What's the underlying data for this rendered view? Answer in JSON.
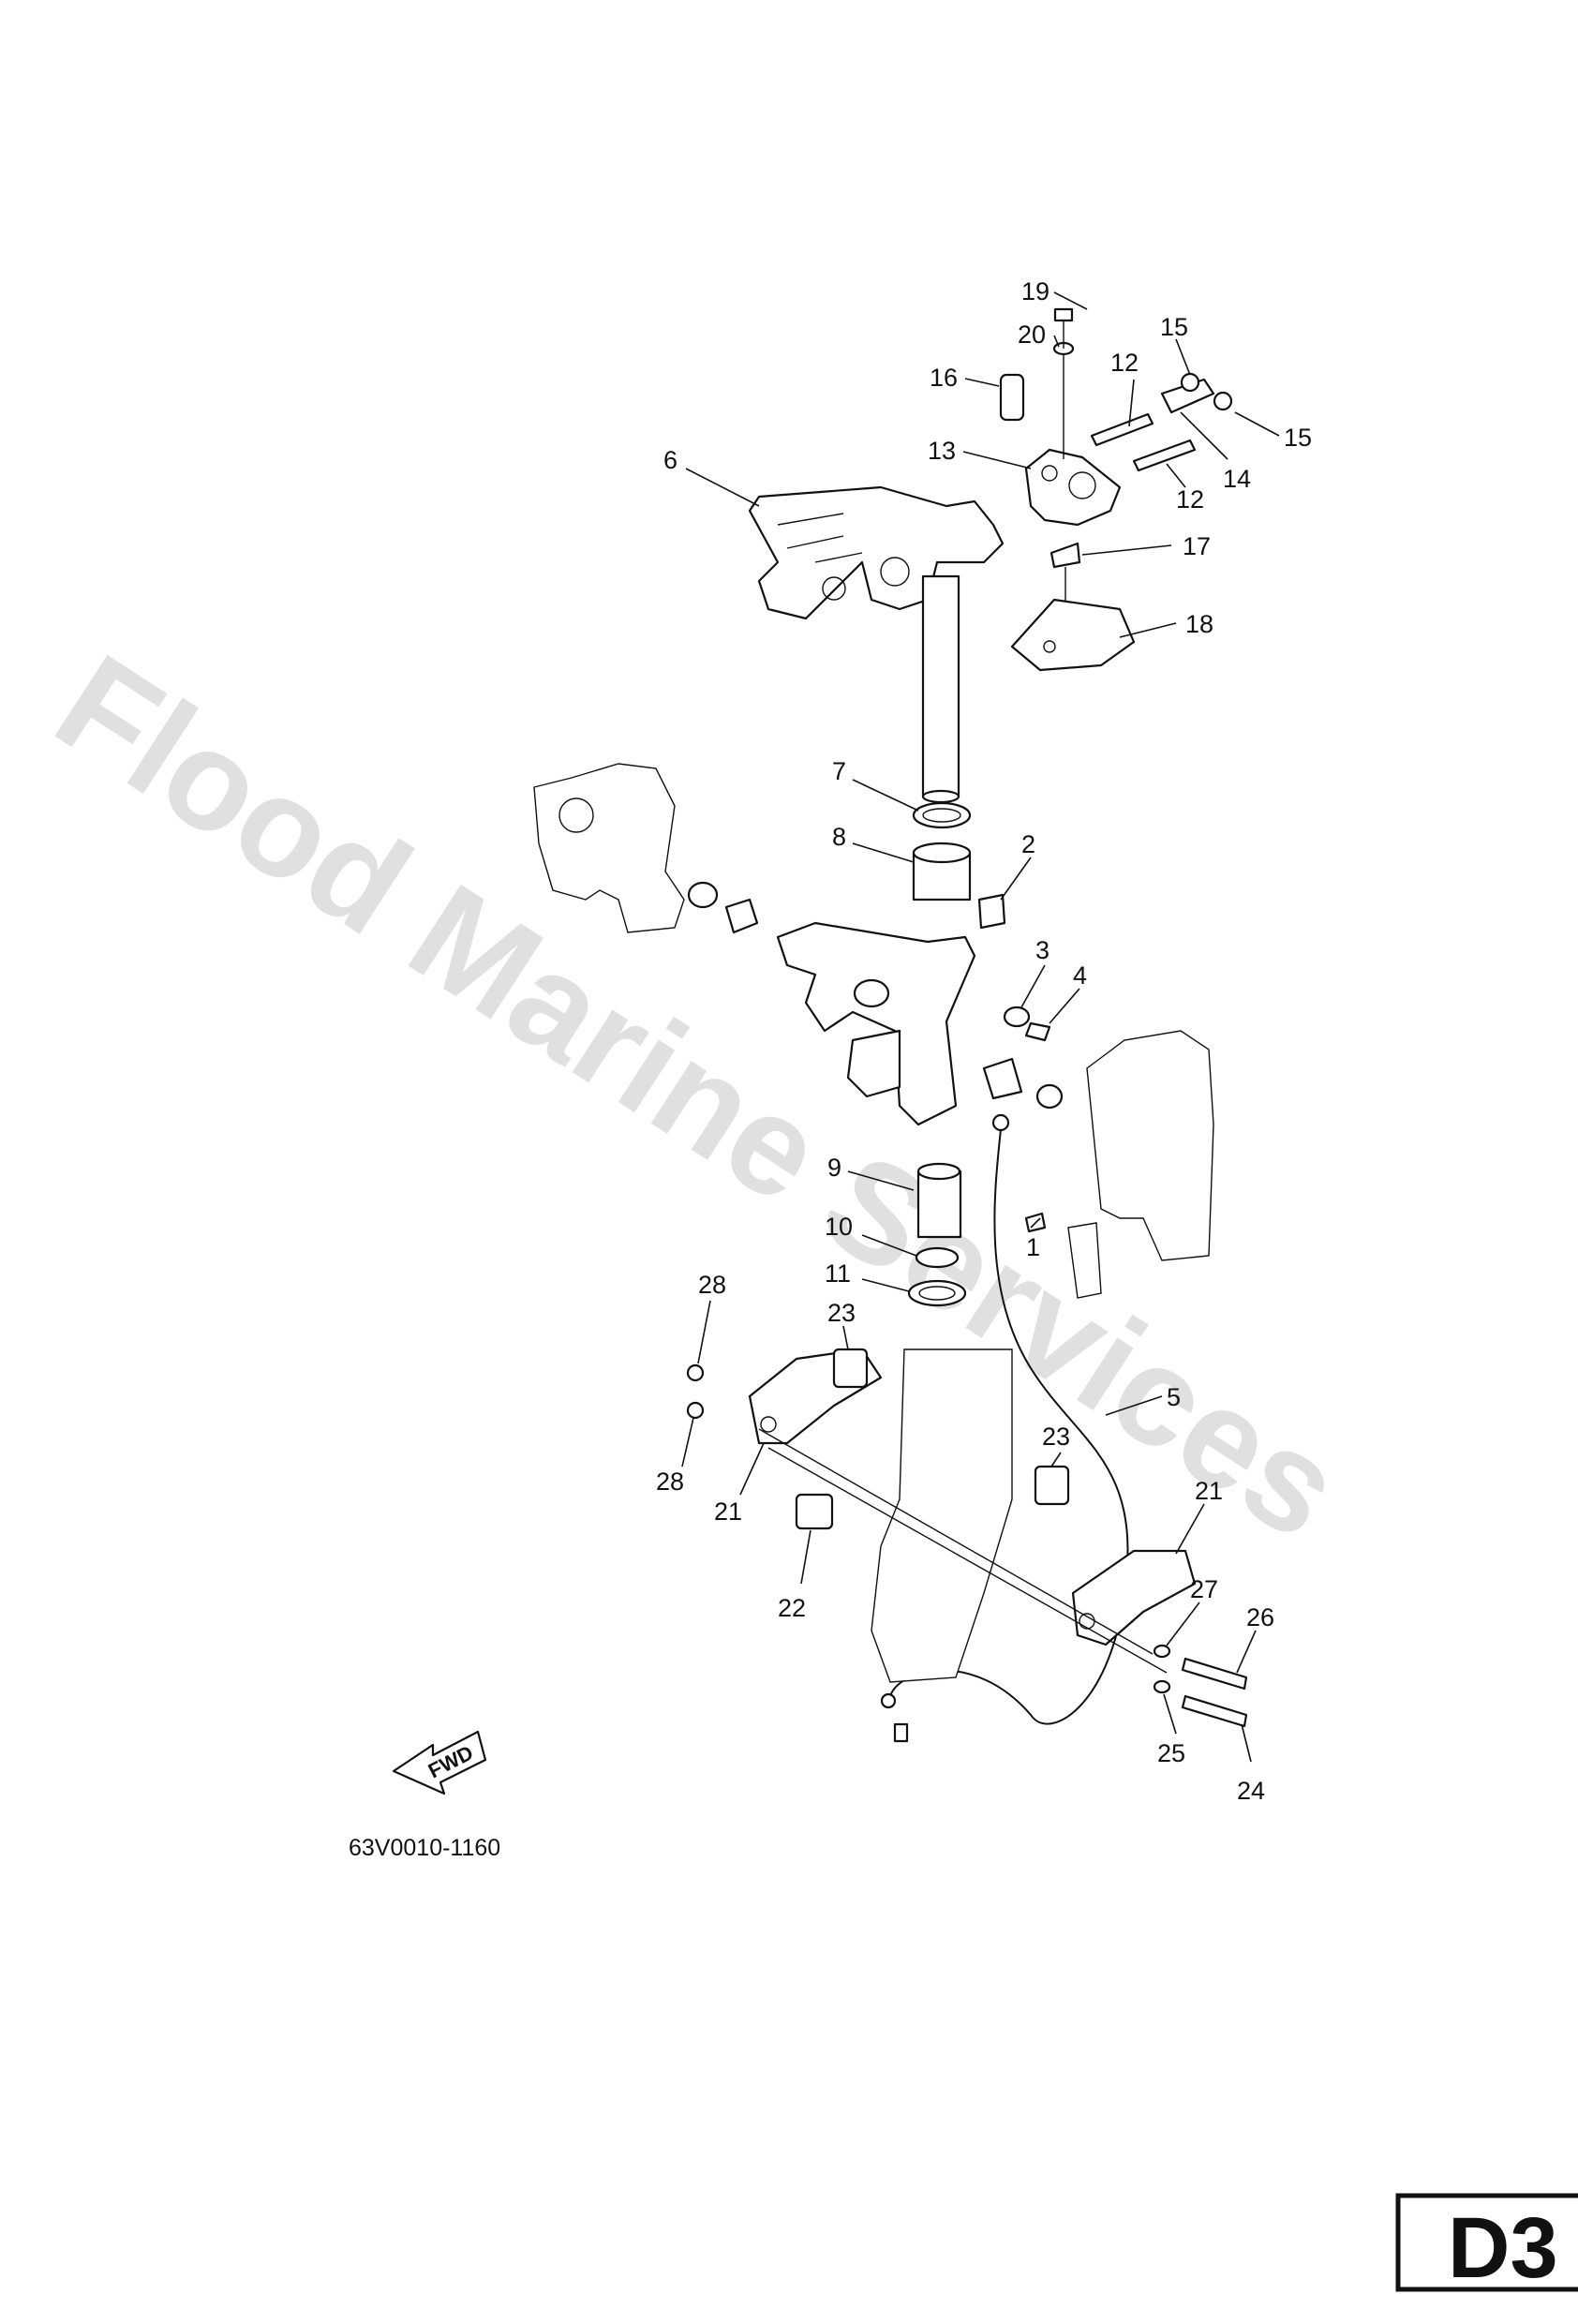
{
  "watermark": "Flood Marine Services",
  "diagram_code": "63V0010-1160",
  "page_label": "D3",
  "fwd_label": "FWD",
  "callouts": {
    "c1": "1",
    "c2": "2",
    "c3": "3",
    "c4": "4",
    "c5": "5",
    "c6": "6",
    "c7": "7",
    "c8": "8",
    "c9": "9",
    "c10": "10",
    "c11": "11",
    "c12a": "12",
    "c12b": "12",
    "c13": "13",
    "c14": "14",
    "c15a": "15",
    "c15b": "15",
    "c16": "16",
    "c17": "17",
    "c18": "18",
    "c19": "19",
    "c20": "20",
    "c21a": "21",
    "c21b": "21",
    "c22": "22",
    "c23a": "23",
    "c23b": "23",
    "c24": "24",
    "c25": "25",
    "c26": "26",
    "c27": "27",
    "c28a": "28",
    "c28b": "28"
  }
}
